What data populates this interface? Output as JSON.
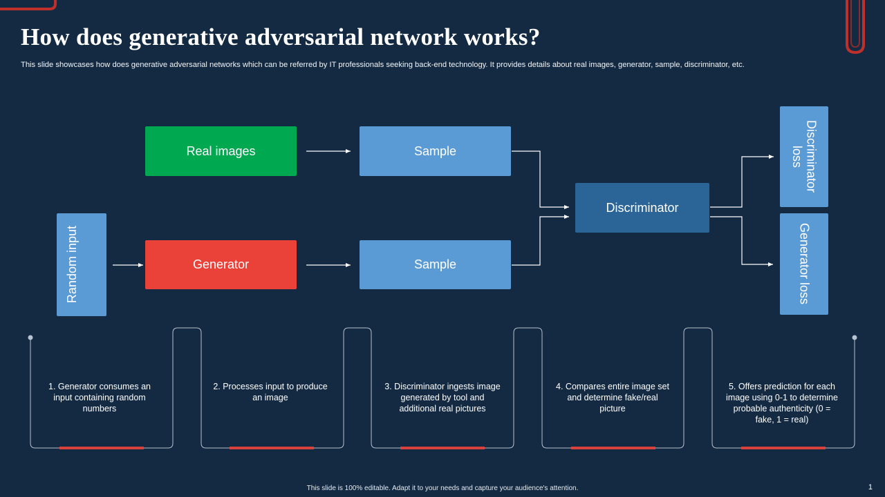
{
  "header": {
    "title": "How does generative adversarial network works?",
    "subtitle": "This slide showcases how does generative adversarial networks which can be referred by IT professionals seeking back-end technology. It provides details about real images, generator, sample, discriminator, etc."
  },
  "diagram": {
    "random_input": "Random input",
    "real_images": "Real images",
    "generator": "Generator",
    "sample_top": "Sample",
    "sample_bottom": "Sample",
    "discriminator": "Discriminator",
    "discriminator_loss": "Discriminator loss",
    "generator_loss": "Generator loss"
  },
  "steps": [
    "1. Generator consumes an input containing random numbers",
    "2. Processes input to produce an image",
    "3. Discriminator ingests image generated by tool and additional real pictures",
    "4. Compares entire image set and determine fake/real picture",
    "5. Offers prediction for each image using 0-1 to determine probable authenticity (0 = fake, 1 = real)"
  ],
  "footer": {
    "note": "This slide is 100% editable.  Adapt it to your needs and capture your audience's attention.",
    "page_number": "1"
  },
  "colors": {
    "background": "#132a42",
    "real_images": "#00a84f",
    "generator": "#ea4139",
    "sample": "#5b9bd5",
    "discriminator": "#2b6496",
    "accent_bar": "#d9413a"
  }
}
